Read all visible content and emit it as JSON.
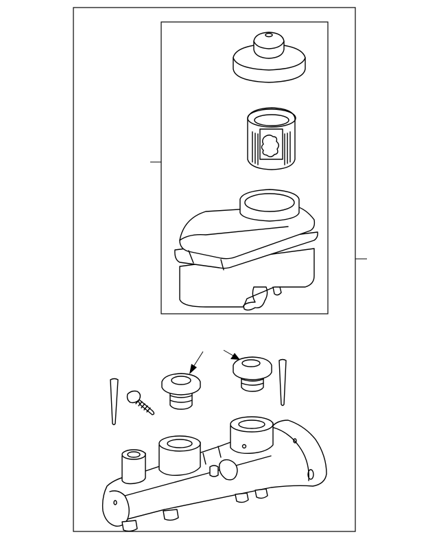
{
  "diagram": {
    "parts": [
      {
        "id": "reservoir-cap",
        "icon": "cap-icon"
      },
      {
        "id": "reservoir-strainer",
        "icon": "filter-icon"
      },
      {
        "id": "reservoir-tank",
        "icon": "tank-icon"
      },
      {
        "id": "grommet-left",
        "icon": "grommet-icon"
      },
      {
        "id": "grommet-right",
        "icon": "grommet-icon"
      },
      {
        "id": "pin-left",
        "icon": "pin-icon"
      },
      {
        "id": "pin-right",
        "icon": "pin-icon"
      },
      {
        "id": "screw",
        "icon": "screw-icon"
      },
      {
        "id": "master-cylinder-body",
        "icon": "cylinder-icon"
      }
    ],
    "colors": {
      "line": "#000000",
      "background": "#ffffff"
    }
  }
}
